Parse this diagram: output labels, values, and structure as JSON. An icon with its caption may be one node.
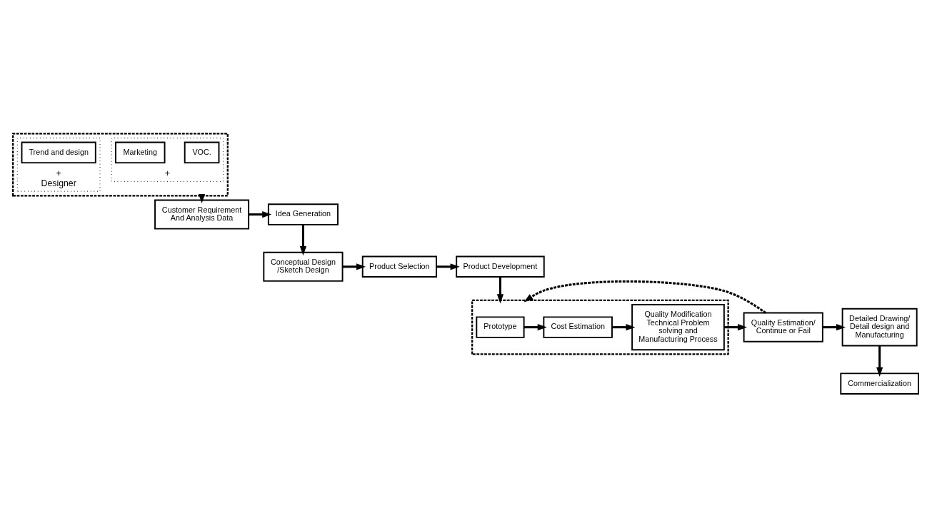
{
  "diagram": {
    "nodes": [
      {
        "text": [],
        "shape": "box"
      },
      {
        "text": [
          "+"
        ],
        "in": 0
      },
      {
        "text": [
          "VOC."
        ],
        "in": 1
      },
      {
        "text": [
          "Marketing"
        ],
        "in": 1
      },
      {
        "text": [
          "+",
          "Designer"
        ],
        "in": 0
      },
      {
        "text": [
          "Trend and design"
        ],
        "in": 4
      },
      {
        "text": [
          "Customer Requirement And Analysis Data"
        ]
      },
      {
        "text": [
          "Idea Generation"
        ]
      },
      {
        "text": [
          "Conceptual Design /Sketch Design"
        ]
      },
      {
        "text": [
          "Product Selection"
        ]
      },
      {
        "text": [
          "Product Development"
        ]
      },
      {
        "text": [],
        "shape": "box"
      },
      {
        "text": [
          "Prototype"
        ],
        "in": 11
      },
      {
        "text": [
          "Cost Estimation"
        ],
        "in": 11
      },
      {
        "text": [
          "Quality Modification Technical Problem solving and Manufacturing Process"
        ],
        "in": 11
      },
      {
        "text": [
          "Quality Estimation/ Continue or Fail"
        ]
      },
      {
        "text": [
          "Detailed Drawing/ Detail design and Manufacturing"
        ]
      },
      {
        "text": [
          "Commercialization"
        ]
      }
    ],
    "edges": [
      {
        "from": 0,
        "to": 6,
        "arrow": "to"
      },
      {
        "from": 6,
        "to": 7,
        "arrow": "to"
      },
      {
        "from": 7,
        "to": 8,
        "arrow": "to"
      },
      {
        "from": 8,
        "to": 9,
        "arrow": "to"
      },
      {
        "from": 9,
        "to": 10,
        "arrow": "to"
      },
      {
        "from": 10,
        "to": 11,
        "arrow": "to"
      },
      {
        "from": 12,
        "to": 13,
        "arrow": "to"
      },
      {
        "from": 13,
        "to": 14,
        "arrow": "to"
      },
      {
        "from": 14,
        "to": 15,
        "arrow": "to"
      },
      {
        "from": 15,
        "to": 16,
        "arrow": "to"
      },
      {
        "from": 16,
        "to": 17,
        "arrow": "to"
      },
      {
        "from": 15,
        "to": 11,
        "arrow": "to",
        "style": "dashed"
      }
    ]
  }
}
